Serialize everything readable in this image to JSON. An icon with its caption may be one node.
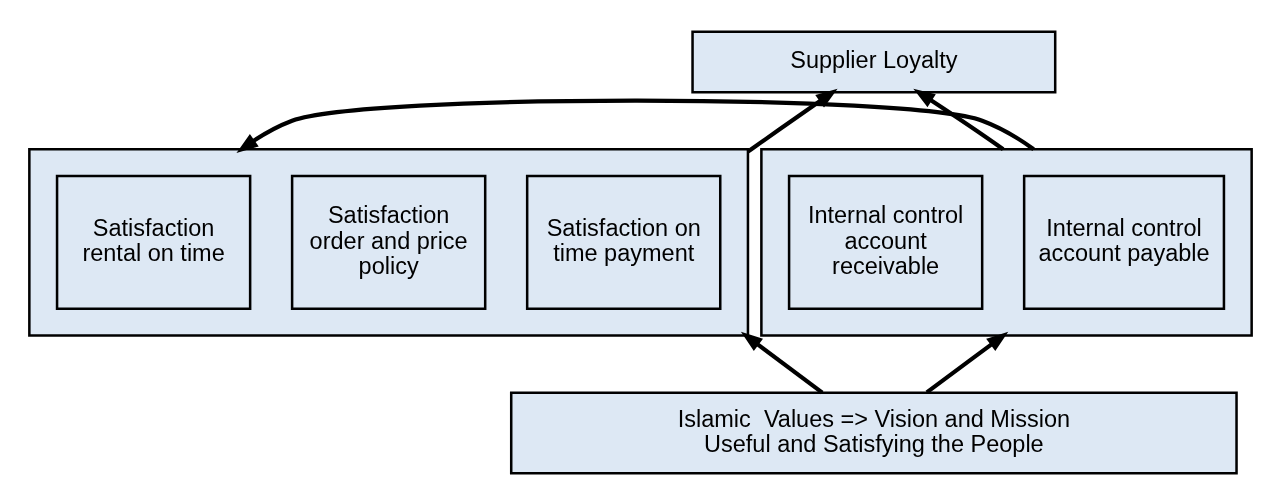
{
  "diagram": {
    "nodes": [
      {
        "text": [
          "Supplier Loyalty"
        ]
      },
      {
        "text": [],
        "shape": "box"
      },
      {
        "text": [
          "Satisfaction on time payment"
        ],
        "in": 1
      },
      {
        "text": [
          "Satisfaction order and price policy"
        ],
        "in": 1
      },
      {
        "text": [
          "Satisfaction rental on time"
        ],
        "in": 1
      },
      {
        "text": [],
        "shape": "box"
      },
      {
        "text": [
          "Internal control account payable"
        ],
        "in": 5
      },
      {
        "text": [
          "Internal control account receivable"
        ],
        "in": 5
      },
      {
        "text": [
          "Islamic  Values => Vision and Mission",
          "Useful and Satisfying the People"
        ]
      }
    ],
    "edges": [
      {
        "from": 1,
        "to": 0,
        "arrow": "to"
      },
      {
        "from": 5,
        "to": 0,
        "arrow": "to"
      },
      {
        "from": 5,
        "to": 1,
        "arrow": "to"
      },
      {
        "from": 8,
        "to": 1,
        "arrow": "to"
      },
      {
        "from": 8,
        "to": 5,
        "arrow": "to"
      }
    ]
  }
}
